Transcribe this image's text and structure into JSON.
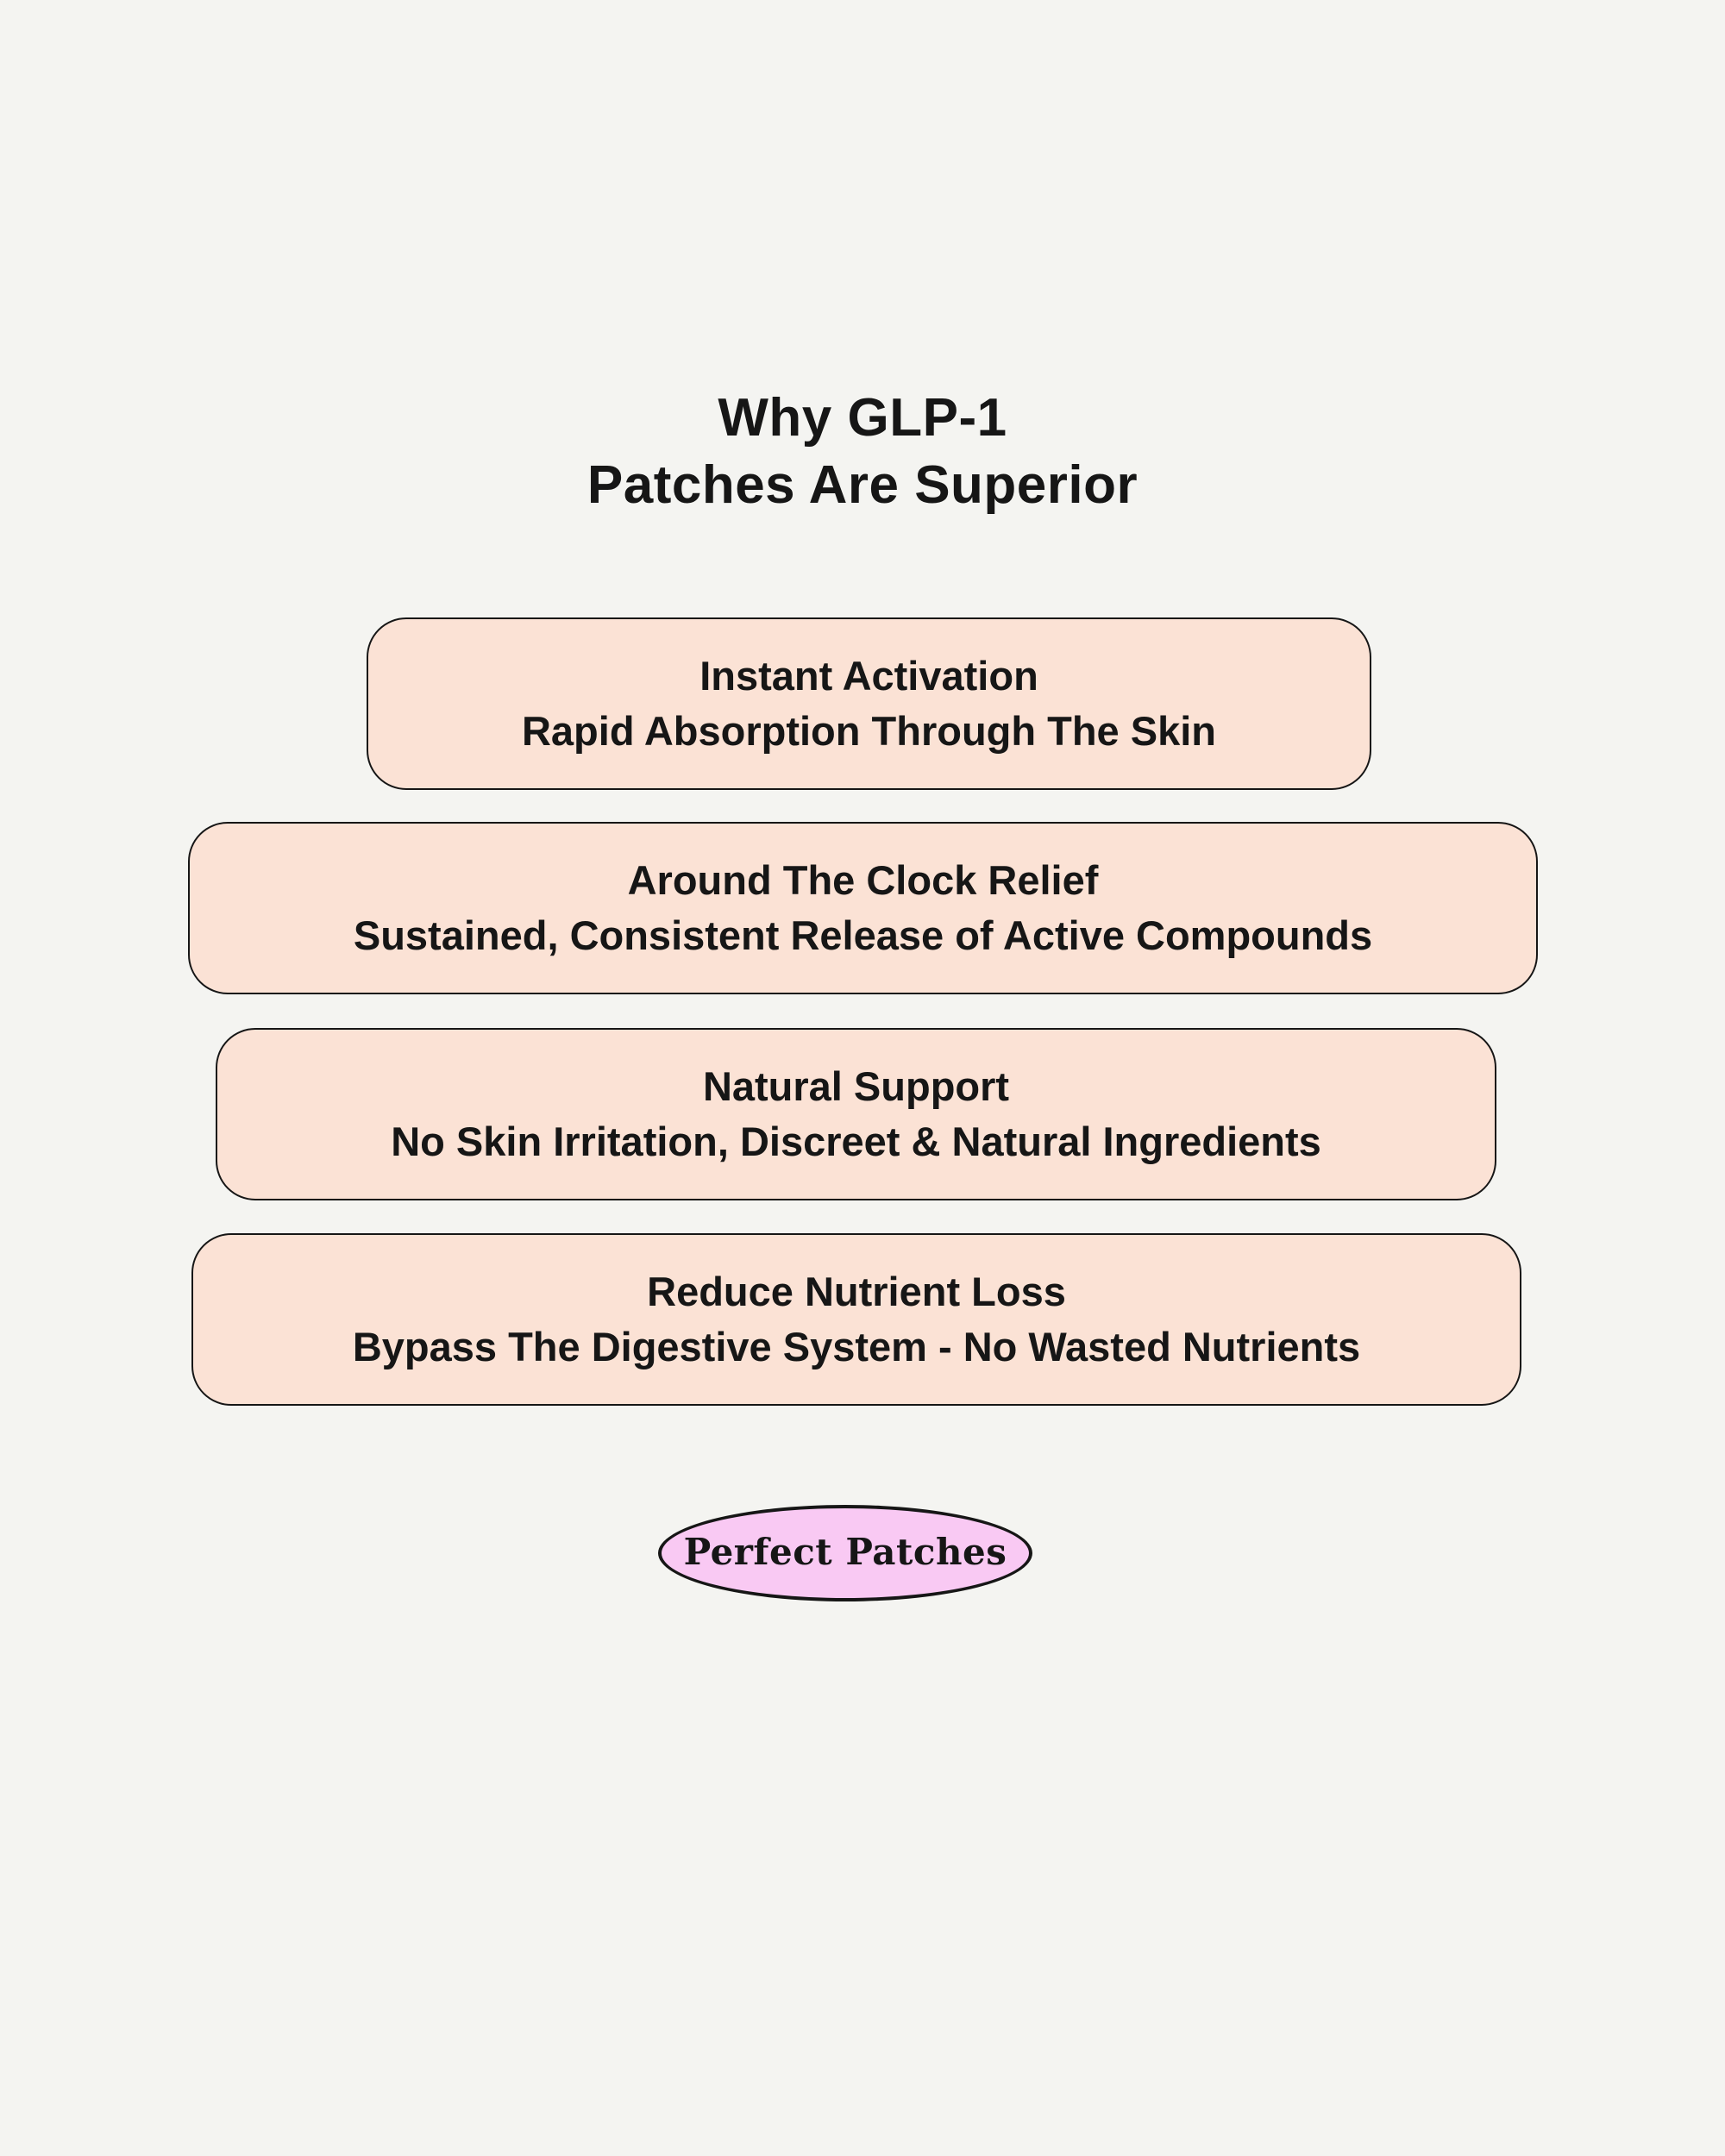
{
  "title": {
    "line1": "Why GLP-1",
    "line2": "Patches Are Superior"
  },
  "cards": [
    {
      "heading": "Instant Activation",
      "subheading": "Rapid Absorption Through The Skin"
    },
    {
      "heading": "Around The Clock Relief",
      "subheading": "Sustained, Consistent Release of Active Compounds"
    },
    {
      "heading": "Natural Support",
      "subheading": "No Skin Irritation, Discreet & Natural Ingredients"
    },
    {
      "heading": "Reduce Nutrient Loss",
      "subheading": "Bypass The Digestive System - No Wasted Nutrients"
    }
  ],
  "badge": {
    "label": "Perfect Patches"
  },
  "colors": {
    "background": "#f4f4f1",
    "card_fill": "#fbe2d5",
    "card_border": "#161616",
    "badge_fill": "#f9c9f3",
    "badge_border": "#161616",
    "text": "#161616"
  }
}
